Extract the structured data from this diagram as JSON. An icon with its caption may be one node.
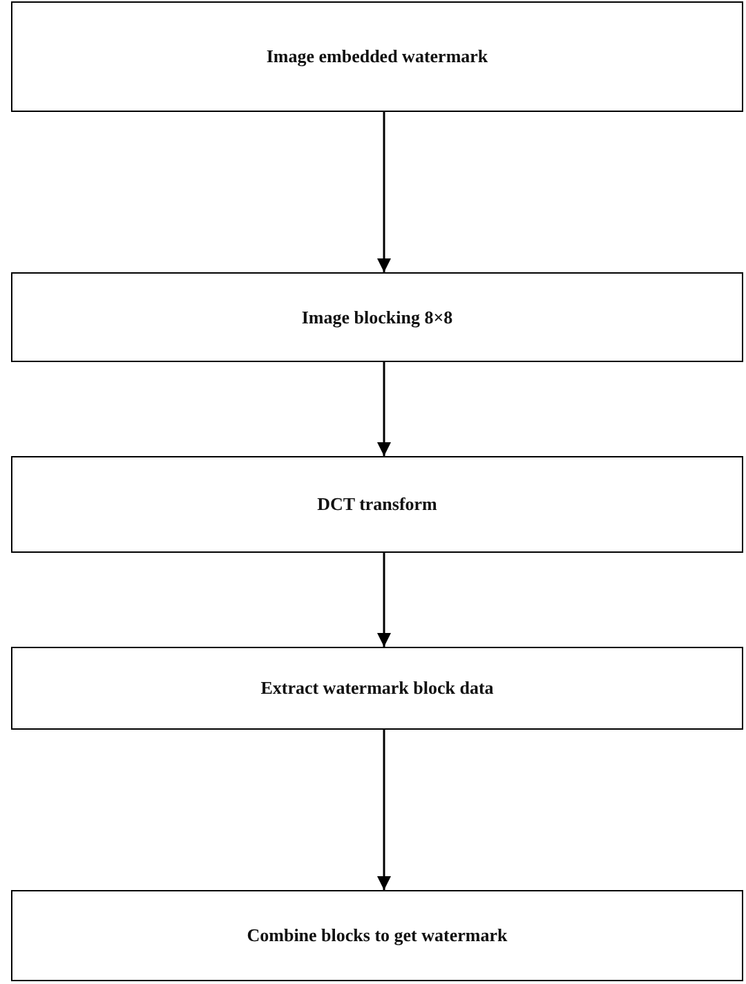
{
  "diagram": {
    "nodes": [
      {
        "text": [
          "Image embedded watermark"
        ]
      },
      {
        "text": [
          "Image blocking 8×8"
        ]
      },
      {
        "text": [
          "DCT transform"
        ]
      },
      {
        "text": [
          "Extract watermark block data"
        ]
      },
      {
        "text": [
          "Combine blocks to get watermark"
        ]
      }
    ],
    "edges": [
      {
        "from": 0,
        "to": 1,
        "arrow": "to"
      },
      {
        "from": 1,
        "to": 2,
        "arrow": "to"
      },
      {
        "from": 2,
        "to": 3,
        "arrow": "to"
      },
      {
        "from": 3,
        "to": 4,
        "arrow": "to"
      }
    ]
  }
}
